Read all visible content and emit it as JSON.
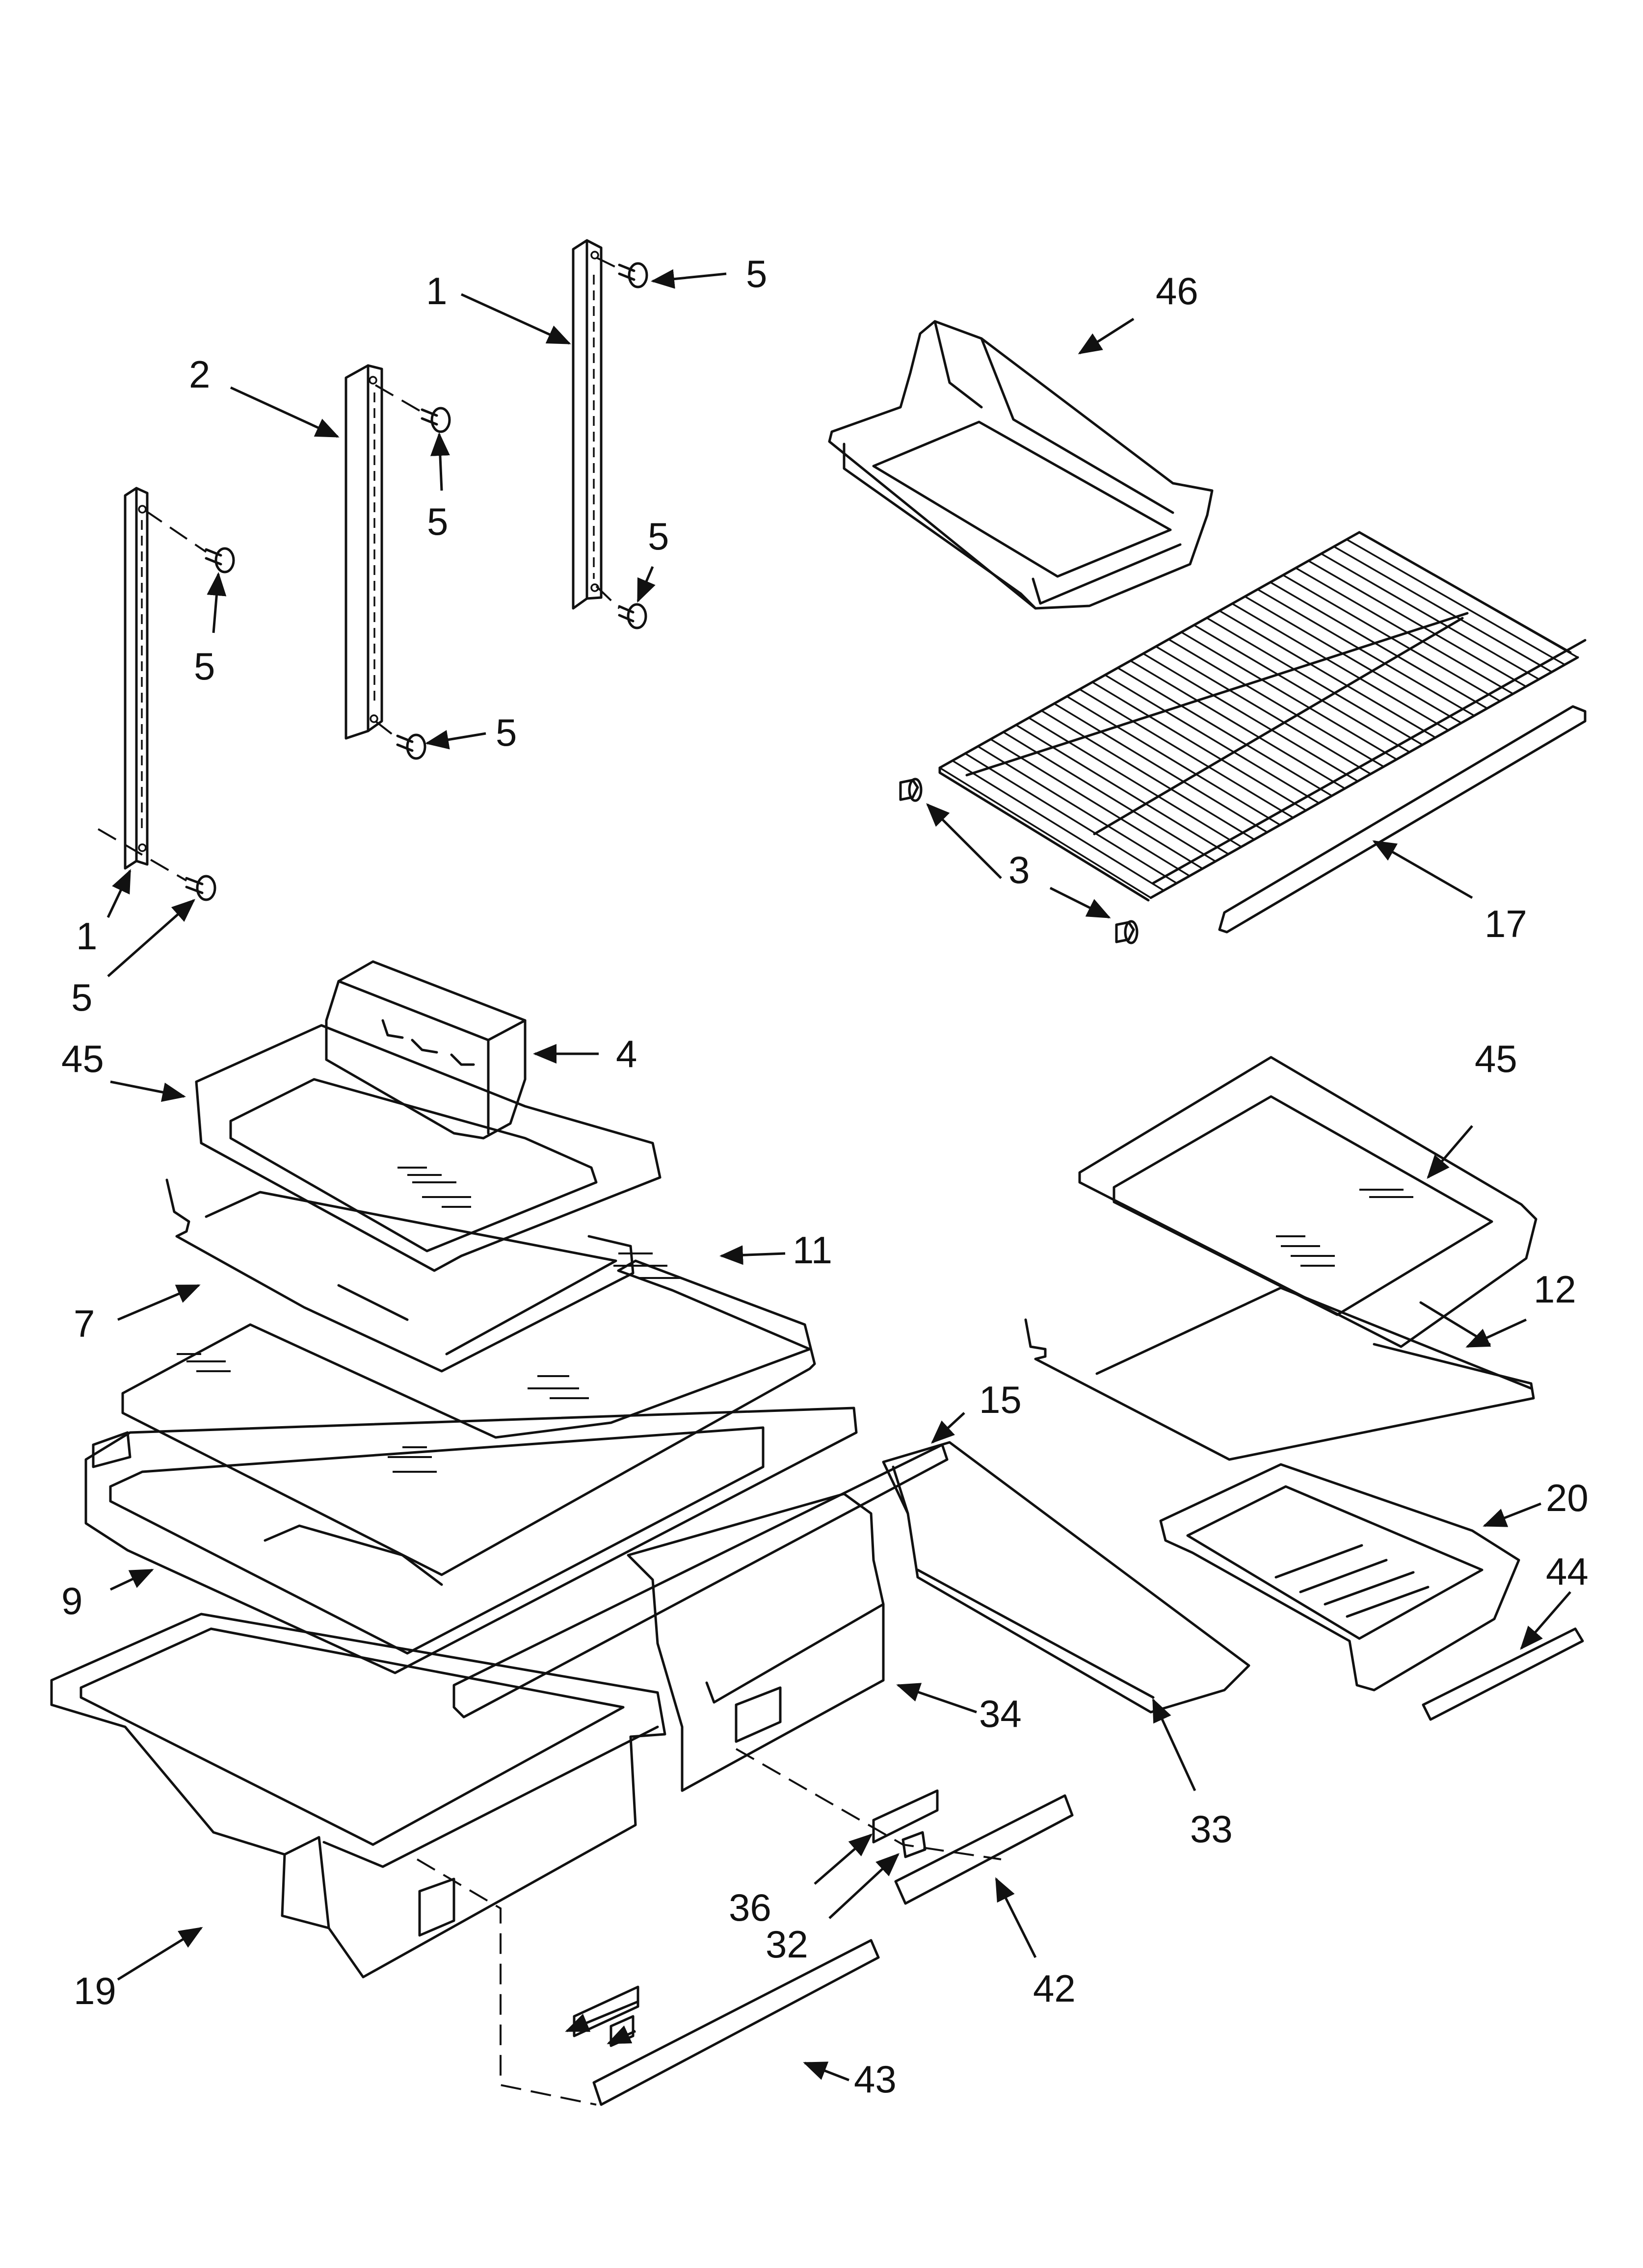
{
  "callouts": [
    {
      "id": "c1a",
      "label": "1"
    },
    {
      "id": "c5a",
      "label": "5"
    },
    {
      "id": "c46",
      "label": "46"
    },
    {
      "id": "c2",
      "label": "2"
    },
    {
      "id": "c5b",
      "label": "5"
    },
    {
      "id": "c5c",
      "label": "5"
    },
    {
      "id": "c5d",
      "label": "5"
    },
    {
      "id": "c5e",
      "label": "5"
    },
    {
      "id": "c1b",
      "label": "1"
    },
    {
      "id": "c5f",
      "label": "5"
    },
    {
      "id": "c3",
      "label": "3"
    },
    {
      "id": "c17",
      "label": "17"
    },
    {
      "id": "c4",
      "label": "4"
    },
    {
      "id": "c45a",
      "label": "45"
    },
    {
      "id": "c45b",
      "label": "45"
    },
    {
      "id": "c11",
      "label": "11"
    },
    {
      "id": "c12",
      "label": "12"
    },
    {
      "id": "c7",
      "label": "7"
    },
    {
      "id": "c15",
      "label": "15"
    },
    {
      "id": "c20",
      "label": "20"
    },
    {
      "id": "c44",
      "label": "44"
    },
    {
      "id": "c9",
      "label": "9"
    },
    {
      "id": "c34",
      "label": "34"
    },
    {
      "id": "c33",
      "label": "33"
    },
    {
      "id": "c36",
      "label": "36"
    },
    {
      "id": "c32",
      "label": "32"
    },
    {
      "id": "c42",
      "label": "42"
    },
    {
      "id": "c19",
      "label": "19"
    },
    {
      "id": "c43",
      "label": "43"
    }
  ]
}
